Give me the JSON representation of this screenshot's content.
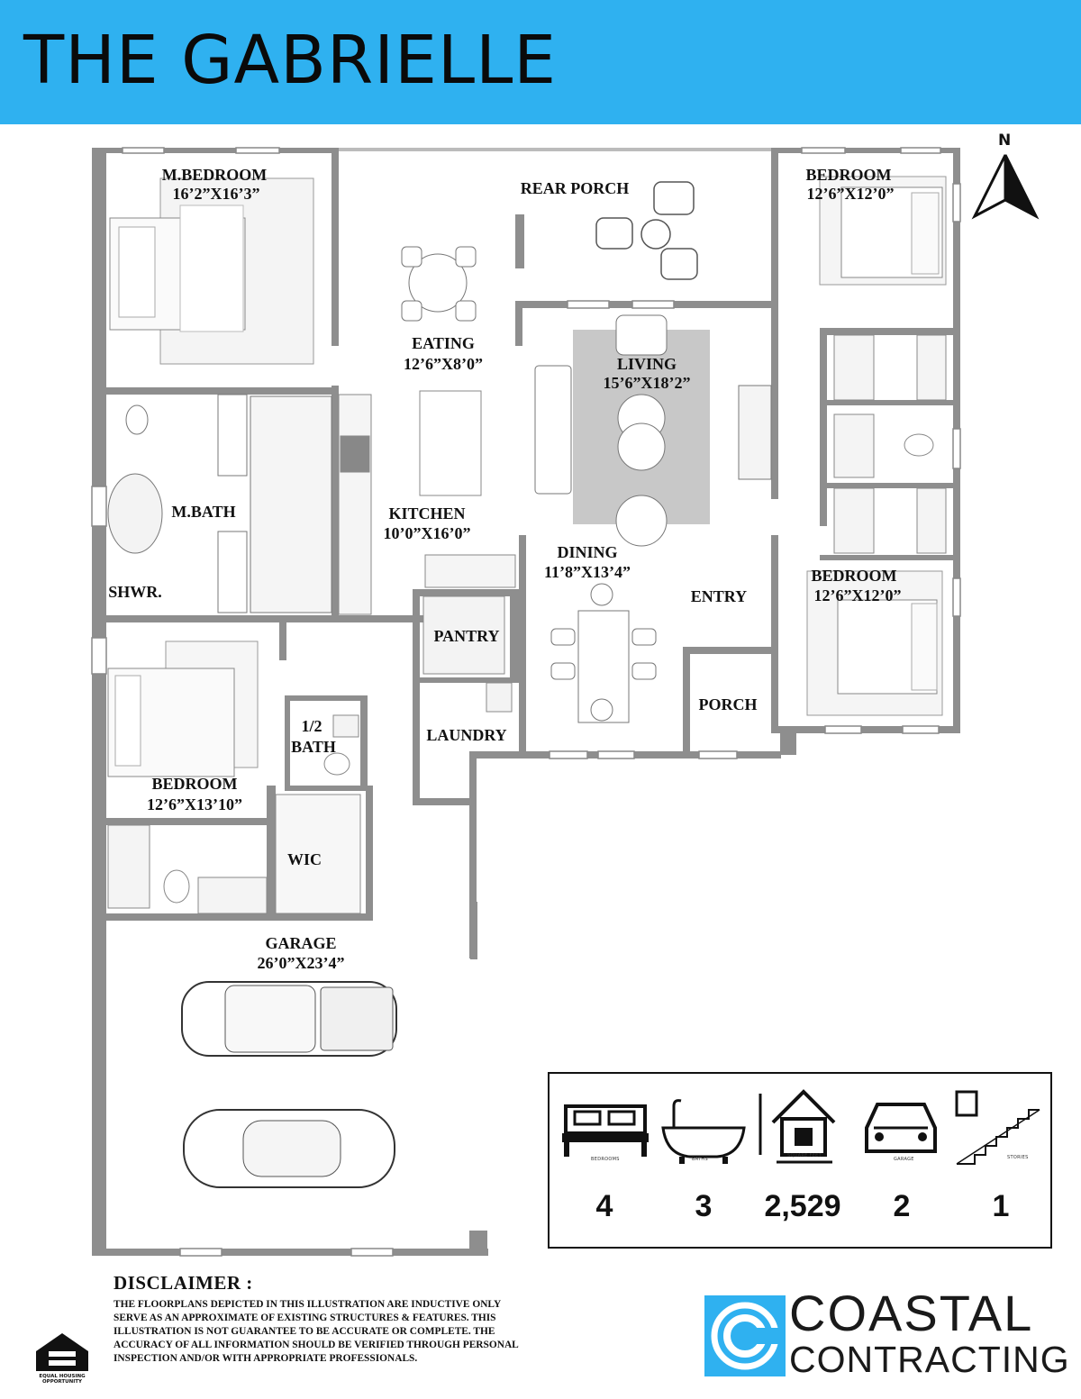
{
  "title": "THE GABRIELLE",
  "compass": {
    "label": "N"
  },
  "rooms": {
    "master_bedroom": {
      "name": "M.BEDROOM",
      "size": "16’2”X16’3”"
    },
    "rear_porch": {
      "name": "REAR PORCH"
    },
    "bedroom_ne": {
      "name": "BEDROOM",
      "size": "12’6”X12’0”"
    },
    "eating": {
      "name": "EATING",
      "size": "12’6”X8’0”"
    },
    "living": {
      "name": "LIVING",
      "size": "15’6”X18’2”"
    },
    "master_bath": {
      "name": "M.BATH"
    },
    "kitchen": {
      "name": "KITCHEN",
      "size": "10’0”X16’0”"
    },
    "dining": {
      "name": "DINING",
      "size": "11’8”X13’4”"
    },
    "shower": {
      "name": "SHWR."
    },
    "entry": {
      "name": "ENTRY"
    },
    "bedroom_se": {
      "name": "BEDROOM",
      "size": "12’6”X12’0”"
    },
    "pantry": {
      "name": "PANTRY"
    },
    "half_bath": {
      "name_line1": "1/2",
      "name_line2": "BATH"
    },
    "laundry": {
      "name": "LAUNDRY"
    },
    "porch": {
      "name": "PORCH"
    },
    "bedroom_w": {
      "name": "BEDROOM",
      "size": "12’6”X13’10”"
    },
    "wic": {
      "name": "WIC"
    },
    "garage": {
      "name": "GARAGE",
      "size": "26’0”X23’4”"
    }
  },
  "stats": [
    {
      "icon": "bed-icon",
      "caption": "BEDROOMS",
      "value": "4"
    },
    {
      "icon": "bathtub-icon",
      "caption": "BATHS",
      "value": "3"
    },
    {
      "icon": "house-sqft-icon",
      "caption": "SQUARE FEET",
      "value": "2,529"
    },
    {
      "icon": "car-icon",
      "caption": "GARAGE",
      "value": "2"
    },
    {
      "icon": "stairs-icon",
      "caption": "STORIES",
      "value": "1"
    }
  ],
  "disclaimer": {
    "heading": "DISCLAIMER :",
    "body": "The floorplans depicted in this illustration are inductive only serve as an approximate of existing structures & features. This illustration is not guarantee to be accurate or complete. The accuracy of all information should be verified through personal inspection and/or with appropriate professionals."
  },
  "equal_housing": {
    "line1": "EQUAL HOUSING",
    "line2": "OPPORTUNITY"
  },
  "logo": {
    "line1": "COASTAL",
    "line2": "CONTRACTING"
  },
  "colors": {
    "header": "#2fb1f0",
    "walls": "#8e8e8e",
    "living_rug": "#c8c8c8",
    "logo_blue": "#2fb1f0"
  }
}
